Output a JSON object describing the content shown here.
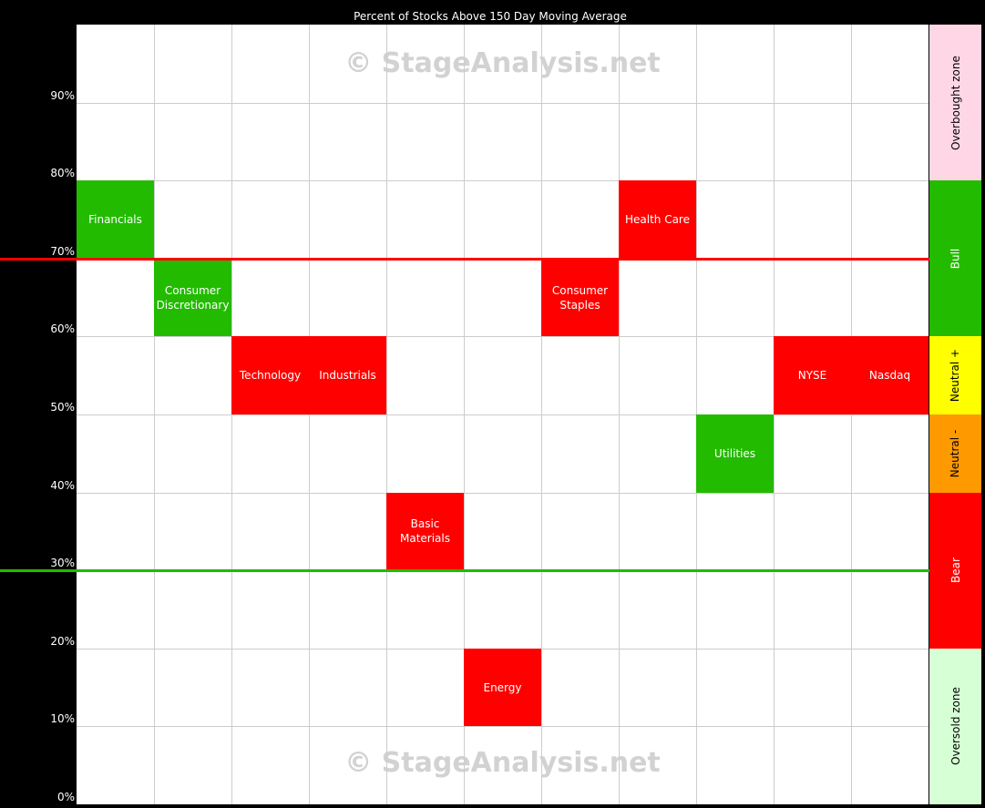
{
  "chart_data": {
    "type": "heatmap",
    "title": "Percent of Stocks Above 150 Day Moving Average",
    "ylabel": "",
    "xlabel": "",
    "ylim": [
      0,
      100
    ],
    "yticks": [
      "0%",
      "10%",
      "20%",
      "30%",
      "40%",
      "50%",
      "60%",
      "70%",
      "80%",
      "90%"
    ],
    "columns": 11,
    "cells": [
      {
        "label": "Financials",
        "col": 0,
        "range": [
          70,
          80
        ],
        "color": "#22bb00"
      },
      {
        "label": "Consumer Discretionary",
        "col": 1,
        "range": [
          60,
          70
        ],
        "color": "#22bb00"
      },
      {
        "label": "Technology",
        "col": 2,
        "range": [
          50,
          60
        ],
        "color": "#ff0000"
      },
      {
        "label": "Industrials",
        "col": 3,
        "range": [
          50,
          60
        ],
        "color": "#ff0000"
      },
      {
        "label": "Basic Materials",
        "col": 4,
        "range": [
          30,
          40
        ],
        "color": "#ff0000"
      },
      {
        "label": "Energy",
        "col": 5,
        "range": [
          10,
          20
        ],
        "color": "#ff0000"
      },
      {
        "label": "Consumer Staples",
        "col": 6,
        "range": [
          60,
          70
        ],
        "color": "#ff0000"
      },
      {
        "label": "Health Care",
        "col": 7,
        "range": [
          70,
          80
        ],
        "color": "#ff0000"
      },
      {
        "label": "Utilities",
        "col": 8,
        "range": [
          40,
          50
        ],
        "color": "#22bb00"
      },
      {
        "label": "NYSE",
        "col": 9,
        "range": [
          50,
          60
        ],
        "color": "#ff0000"
      },
      {
        "label": "Nasdaq",
        "col": 10,
        "range": [
          50,
          60
        ],
        "color": "#ff0000"
      }
    ],
    "reference_lines": [
      {
        "value": 70,
        "color": "#ff0000"
      },
      {
        "value": 30,
        "color": "#22bb00"
      }
    ],
    "zones": [
      {
        "label": "Overbought zone",
        "range": [
          80,
          100
        ],
        "color": "#ffd6e6",
        "text": "#000"
      },
      {
        "label": "Bull",
        "range": [
          60,
          80
        ],
        "color": "#22bb00",
        "text": "#fff"
      },
      {
        "label": "Neutral +",
        "range": [
          50,
          60
        ],
        "color": "#ffff00",
        "text": "#000"
      },
      {
        "label": "Neutral -",
        "range": [
          40,
          50
        ],
        "color": "#ff9900",
        "text": "#000"
      },
      {
        "label": "Bear",
        "range": [
          20,
          40
        ],
        "color": "#ff0000",
        "text": "#fff"
      },
      {
        "label": "Oversold zone",
        "range": [
          0,
          20
        ],
        "color": "#d6ffd6",
        "text": "#000"
      }
    ]
  },
  "watermark": "© StageAnalysis.net"
}
